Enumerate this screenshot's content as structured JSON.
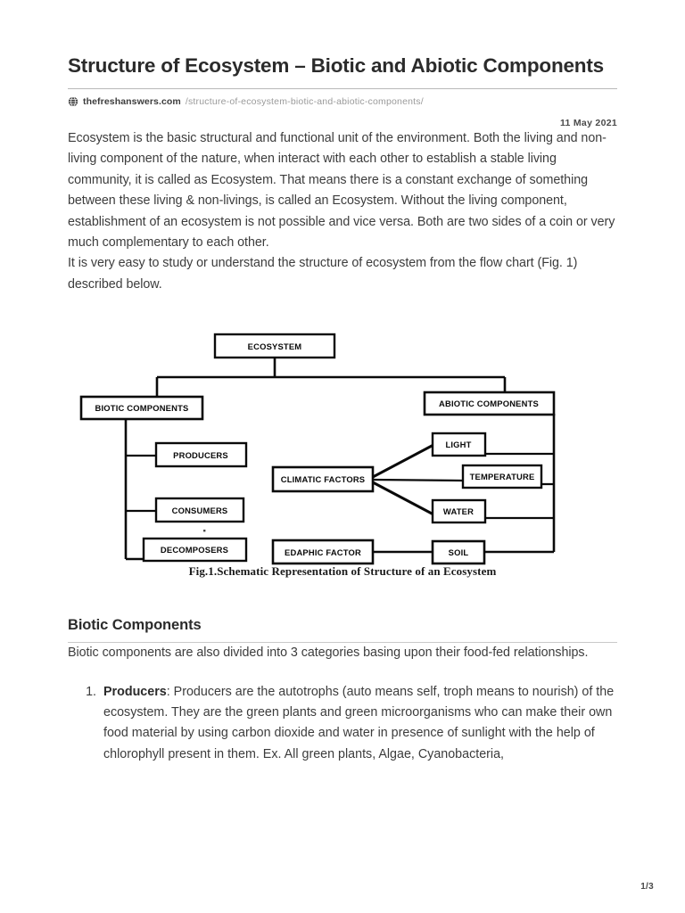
{
  "document": {
    "title": "Structure of Ecosystem – Biotic and Abiotic Components",
    "source_domain": "thefreshanswers.com",
    "source_path": "/structure-of-ecosystem-biotic-and-abiotic-components/",
    "date": "11 May 2021",
    "page_number": "1/3",
    "globe_icon": "globe-icon"
  },
  "paragraphs": {
    "intro": "Ecosystem is the basic structural and functional unit of the environment. Both the living and non-living component of the nature, when interact with each other to establish a stable living community, it is called as Ecosystem. That means there is a constant exchange of something between these living & non-livings, is called an Ecosystem. Without the living component, establishment of an ecosystem is not possible and vice versa. Both are two sides of a coin or very much complementary to each other.",
    "flowchart_lead": "It is very easy to study or understand the structure of ecosystem from the flow chart (Fig. 1) described below.",
    "biotic_lead": "Biotic components are also divided into 3 categories basing upon their food-fed relationships."
  },
  "figure": {
    "caption": "Fig.1.Schematic Representation of Structure of an Ecosystem",
    "nodes": {
      "ecosystem": "ECOSYSTEM",
      "biotic": "BIOTIC COMPONENTS",
      "abiotic": "ABIOTIC COMPONENTS",
      "producers": "PRODUCERS",
      "consumers": "CONSUMERS",
      "decomposers": "DECOMPOSERS",
      "climatic": "CLIMATIC FACTORS",
      "edaphic": "EDAPHIC FACTOR",
      "light": "LIGHT",
      "temperature": "TEMPERATURE",
      "water": "WATER",
      "soil": "SOIL"
    }
  },
  "section": {
    "heading": "Biotic Components"
  },
  "list": {
    "items": [
      {
        "term": "Producers",
        "text": ": Producers are the autotrophs (auto means self, troph means to nourish) of the ecosystem. They are the green plants and green microorganisms who can make their own food material by using carbon dioxide and water in presence of sunlight with the help of chlorophyll present in them. Ex. All green plants, Algae, Cyanobacteria,"
      }
    ]
  },
  "colors": {
    "text": "#3c3c3c",
    "heading": "#2b2b2b",
    "muted": "#9a9a9a",
    "rule": "#b9b9b9",
    "diagram_stroke": "#0a0a0a"
  }
}
